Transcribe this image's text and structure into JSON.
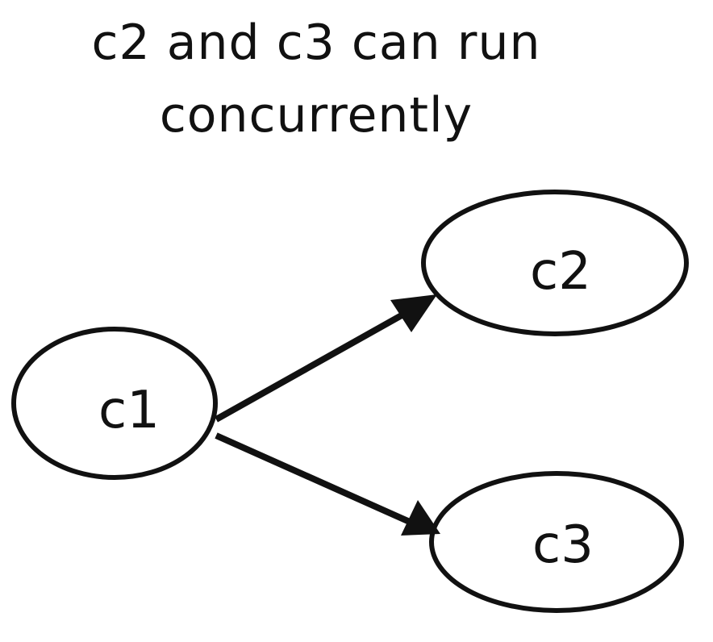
{
  "title": {
    "line1": "c2 and c3 can run",
    "line2": "concurrently"
  },
  "nodes": {
    "c1": "c1",
    "c2": "c2",
    "c3": "c3"
  },
  "edges": [
    {
      "from": "c1",
      "to": "c2"
    },
    {
      "from": "c1",
      "to": "c3"
    }
  ]
}
